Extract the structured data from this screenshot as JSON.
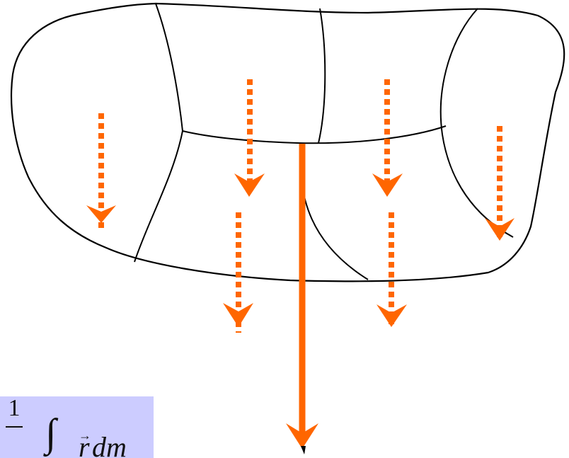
{
  "formula": {
    "numerator": "1",
    "integral_sign": "∫",
    "vector_arrow": "→",
    "variable": "r",
    "differential": "dm"
  },
  "colors": {
    "outline": "#000000",
    "arrow": "#ff6600",
    "formula_background": "#ccccff"
  },
  "icons": {
    "small_arrow": "dashed-down-arrow-icon",
    "large_arrow": "resultant-down-arrow-icon"
  }
}
